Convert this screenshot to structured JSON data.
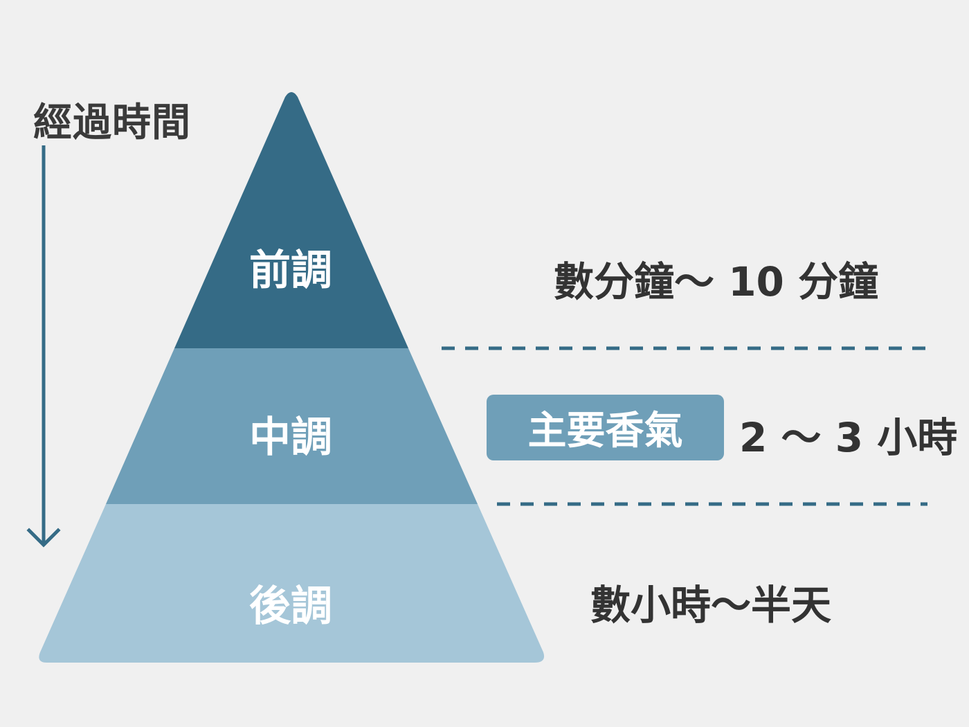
{
  "axis": {
    "title": "經過時間"
  },
  "pyramid": {
    "layers": [
      {
        "label": "前調",
        "color": "#356b86",
        "duration": "數分鐘～ 10 分鐘"
      },
      {
        "label": "中調",
        "color": "#6f9fb8",
        "duration": "2 ～ 3 小時",
        "badge": "主要香氣"
      },
      {
        "label": "後調",
        "color": "#a5c6d8",
        "duration": "數小時～半天"
      }
    ]
  },
  "colors": {
    "text": "#333333",
    "accent": "#356b86",
    "background": "#f0f0f0"
  }
}
